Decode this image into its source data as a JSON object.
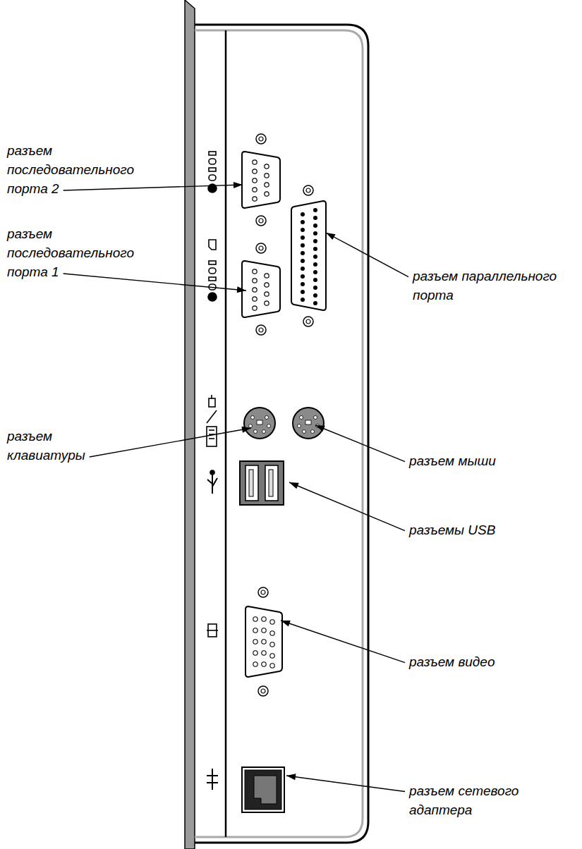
{
  "diagram": {
    "labels": [
      "разъем последовательного порта 2",
      "разъем последовательного порта 1",
      "разъем параллельного порта",
      "разъем клавиатуры",
      "разъем мыши",
      "разъемы USB",
      "разъем видео",
      "разъем сетевого адаптера"
    ]
  }
}
